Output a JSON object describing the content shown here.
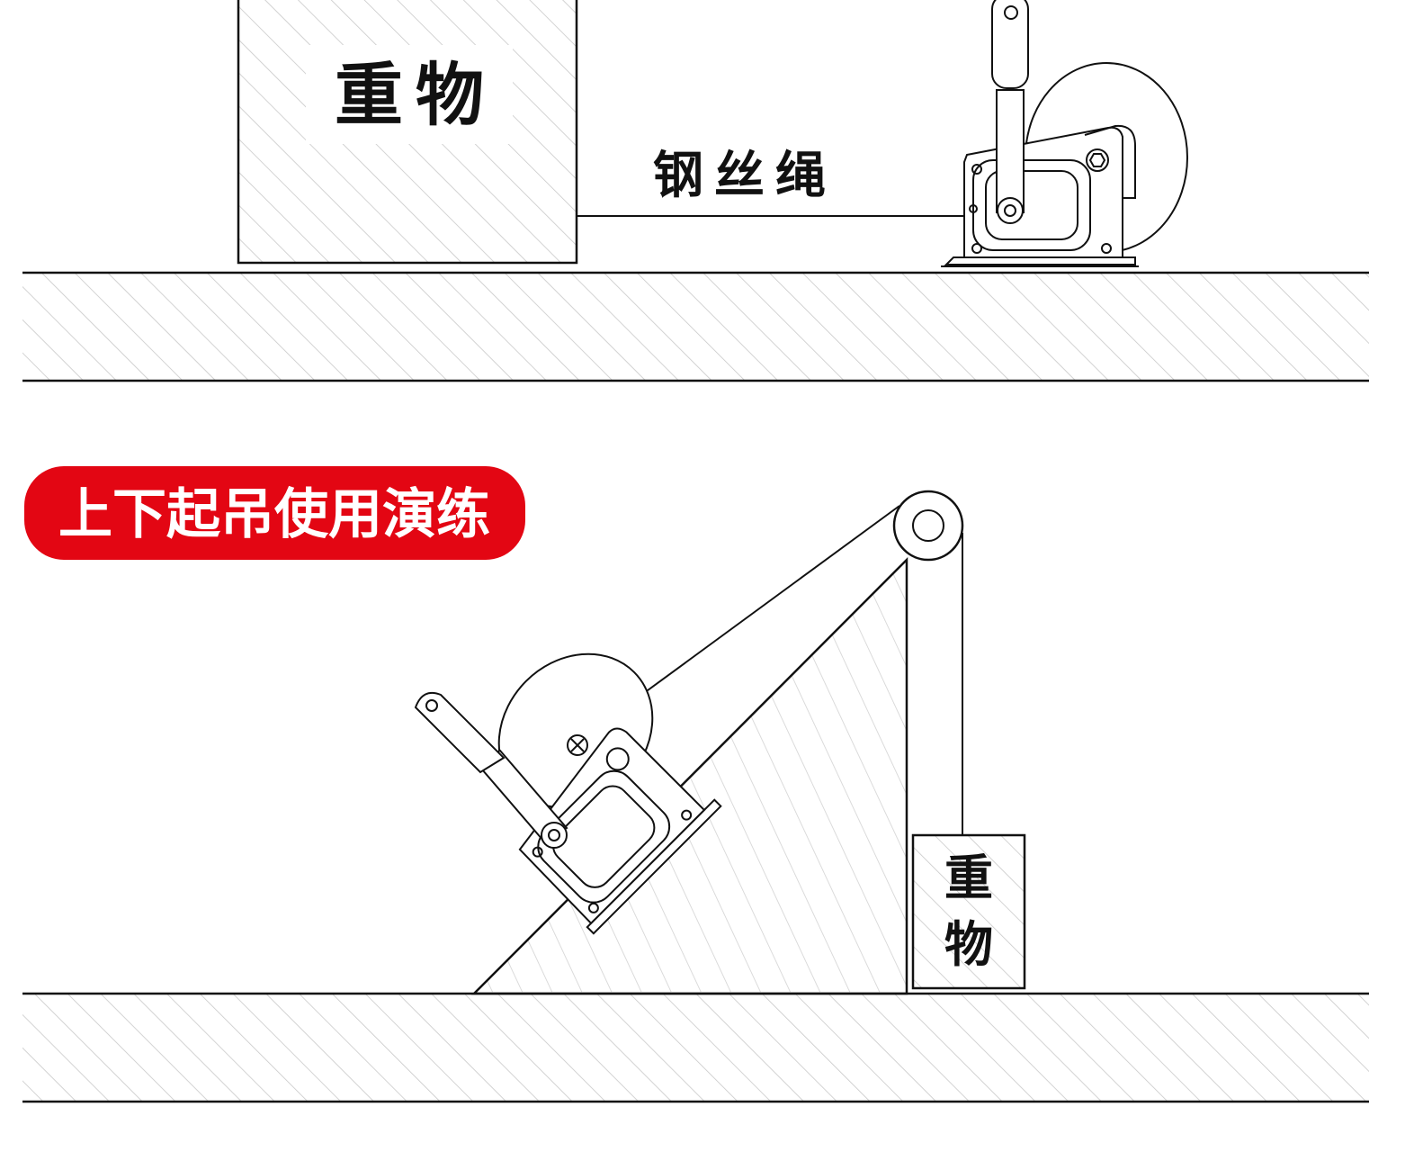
{
  "top_diagram": {
    "load_label": "重物",
    "rope_label": "钢丝绳"
  },
  "section_heading": {
    "text": "上下起吊使用演练",
    "color": "#e30613"
  },
  "bottom_diagram": {
    "load_label_line1": "重",
    "load_label_line2": "物"
  },
  "colors": {
    "line": "#111111",
    "hatch": "#c8c8c8",
    "background": "#ffffff"
  }
}
